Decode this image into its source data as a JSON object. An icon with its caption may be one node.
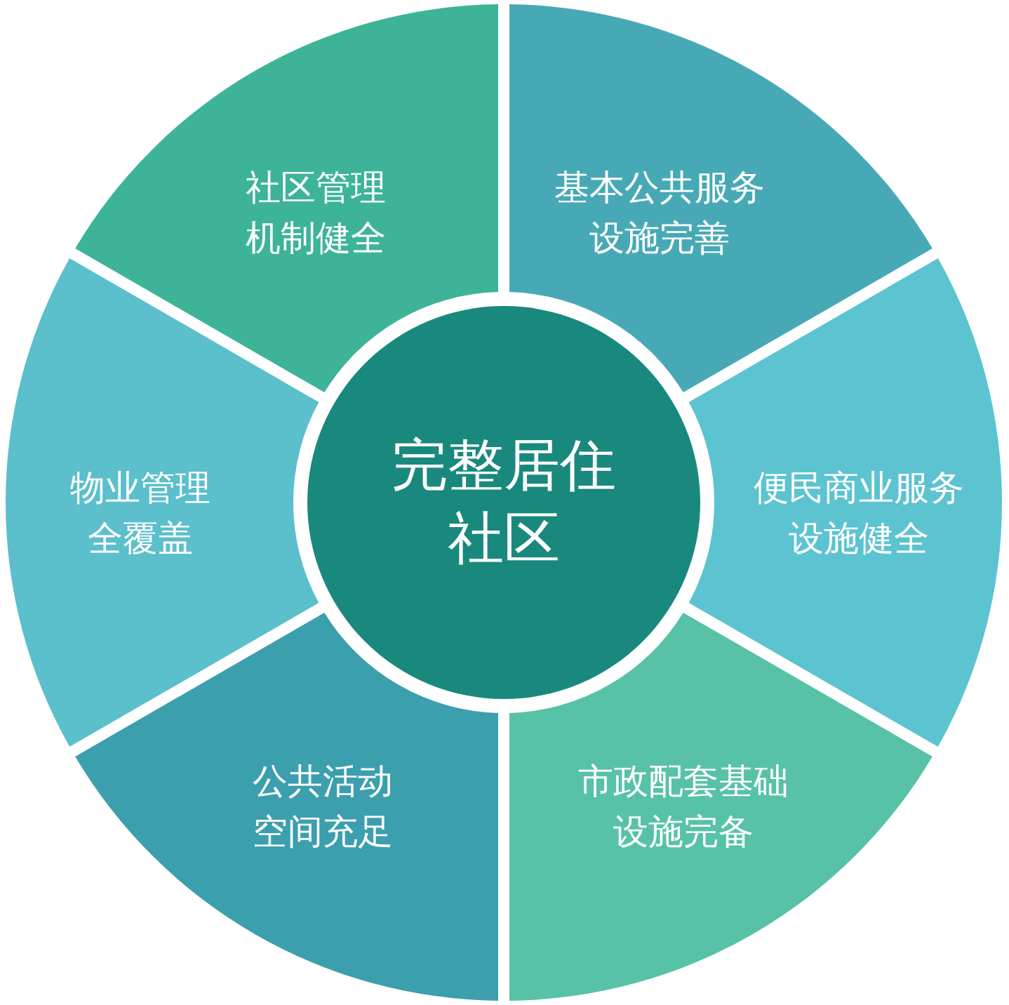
{
  "diagram": {
    "nodes": [
      {
        "text": [
          "完整居住社区"
        ]
      },
      {
        "text": [
          "社区管理机制健全"
        ]
      },
      {
        "text": [
          "基本公共服务设施完善"
        ]
      },
      {
        "text": [
          "物业管理全覆盖"
        ]
      },
      {
        "text": [
          "便民商业服务设施健全"
        ]
      },
      {
        "text": [
          "公共活动空间充足"
        ]
      },
      {
        "text": [
          "市政配套基础设施完备"
        ]
      }
    ]
  }
}
